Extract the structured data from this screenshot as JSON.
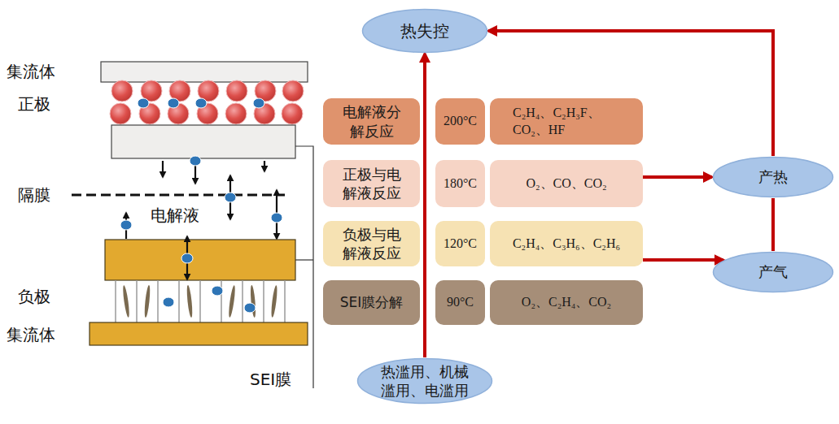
{
  "diagram": {
    "nodes": [
      {
        "text": [
          "热失控"
        ]
      },
      {
        "text": [
          "电解液分解反应"
        ]
      },
      {
        "text": [
          "200°C"
        ]
      },
      {
        "text": [
          "C₂H₄、C₂H₃F、 CO₂、HF"
        ]
      },
      {
        "text": [
          "正极与电解液反应"
        ]
      },
      {
        "text": [
          "180°C"
        ]
      },
      {
        "text": [
          "O₂、CO、CO₂"
        ]
      },
      {
        "text": [
          "产热"
        ]
      },
      {
        "text": [
          "负极与电解液反应"
        ]
      },
      {
        "text": [
          "120°C"
        ]
      },
      {
        "text": [
          "C₂H₄、C₃H₆、C₂H₆"
        ]
      },
      {
        "text": [
          "产气"
        ]
      },
      {
        "text": [
          "SEI膜分解"
        ]
      },
      {
        "text": [
          "90°C"
        ]
      },
      {
        "text": [
          "O₂、C₂H₄、CO₂"
        ]
      },
      {
        "text": [
          "热滥用、机械 滥用、电滥用"
        ]
      }
    ],
    "edges": [
      {
        "from": 15,
        "to": 0,
        "arrow": "to"
      },
      {
        "from": 6,
        "to": 7,
        "arrow": "to"
      },
      {
        "from": 10,
        "to": 11,
        "arrow": "to"
      },
      {
        "from": 11,
        "to": 7,
        "arrow": "none"
      },
      {
        "from": 7,
        "to": 0,
        "arrow": "to"
      }
    ],
    "labels": [
      "集流体",
      "正极",
      "隔膜",
      "电解液",
      "负极",
      "集流体",
      "SEI膜"
    ]
  }
}
